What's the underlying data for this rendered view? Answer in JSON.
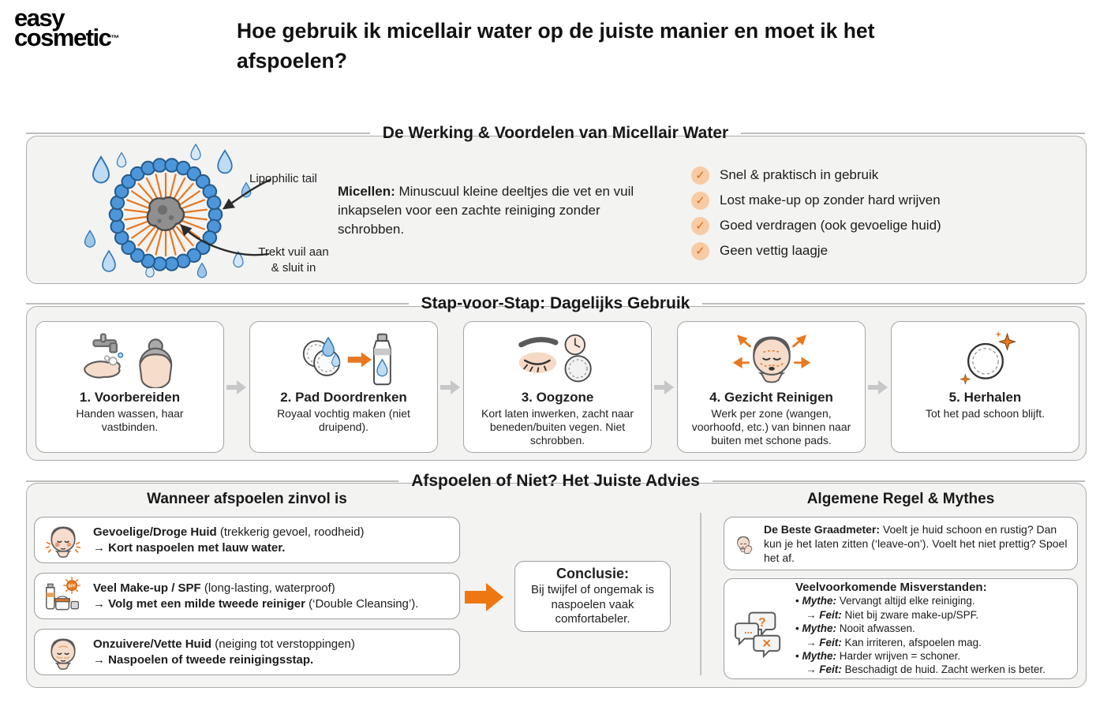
{
  "palette": {
    "accent_orange": "#E87820",
    "check_orange": "#D96B17",
    "check_bg": "#F7CBA4",
    "dot_blue": "#4D96D9",
    "panel_grey": "#F3F3F2"
  },
  "logo": {
    "line1": "easy",
    "line2": "cosmetic",
    "tm": "™"
  },
  "title": "Hoe gebruik ik micellair water op de juiste manier en moet ik het afspoelen?",
  "werking": {
    "header": "De Werking & Voordelen van Micellair Water",
    "label_tail": "Lipophilic tail",
    "label_dirt_1": "Trekt vuil aan",
    "label_dirt_2": "& sluit in",
    "micellen_bold": "Micellen:",
    "micellen_text": " Minuscuul kleine deeltjes die vet en vuil inkapselen voor een zachte reiniging zonder schrobben.",
    "benefits": [
      "Snel & praktisch in gebruik",
      "Lost make-up op zonder hard wrijven",
      "Goed verdragen (ook gevoelige huid)",
      "Geen vettig laagje"
    ],
    "check_glyph": "✓"
  },
  "steps": {
    "header": "Stap-voor-Stap: Dagelijks Gebruik",
    "items": [
      {
        "title": "1. Voorbereiden",
        "text": "Handen wassen, haar vastbinden."
      },
      {
        "title": "2. Pad Doordrenken",
        "text": "Royaal vochtig maken (niet druipend)."
      },
      {
        "title": "3. Oogzone",
        "text": "Kort laten inwerken, zacht naar beneden/buiten vegen. Niet schrobben."
      },
      {
        "title": "4. Gezicht Reinigen",
        "text": "Werk per zone (wangen, voorhoofd, etc.) van binnen naar buiten met schone pads."
      },
      {
        "title": "5. Herhalen",
        "text": "Tot het pad schoon blijft."
      }
    ]
  },
  "advies": {
    "header": "Afspoelen of Niet? Het Juiste Advies",
    "left_header": "Wanneer afspoelen zinvol is",
    "items": [
      {
        "bold": "Gevoelige/Droge Huid",
        "normal": " (trekkerig gevoel, roodheid)",
        "action": "→ Kort naspoelen met lauw water.",
        "action_tail": ""
      },
      {
        "bold": "Veel Make-up / SPF",
        "normal": " (long-lasting, waterproof)",
        "action": "→ Volg met een milde tweede reiniger",
        "action_tail": " (‘Double Cleansing’)."
      },
      {
        "bold": "Onzuivere/Vette Huid",
        "normal": " (neiging tot verstoppingen)",
        "action": "→ Naspoelen of tweede reinigingsstap.",
        "action_tail": ""
      }
    ],
    "conclusie_title": "Conclusie:",
    "conclusie_text": "Bij twijfel of ongemak is naspoelen vaak comfortabeler.",
    "right_header": "Algemene Regel & Mythes",
    "graadmeter_bold": "De Beste Graadmeter:",
    "graadmeter_text": " Voelt je huid schoon en rustig? Dan kun je het laten zitten (‘leave-on’). Voelt het niet prettig? Spoel het af.",
    "mythes": {
      "title": "Veelvoorkomende Misverstanden:",
      "bullet": "• ",
      "arrow": "→ ",
      "mythe_label": "Mythe:",
      "feit_label": "Feit:",
      "items": [
        {
          "mythe": " Vervangt altijd elke reiniging.",
          "feit": " Niet bij zware make-up/SPF."
        },
        {
          "mythe": " Nooit afwassen.",
          "feit": " Kan irriteren, afspoelen mag."
        },
        {
          "mythe": " Harder wrijven = schoner.",
          "feit": " Beschadigt de huid. Zacht werken is beter."
        }
      ]
    }
  }
}
